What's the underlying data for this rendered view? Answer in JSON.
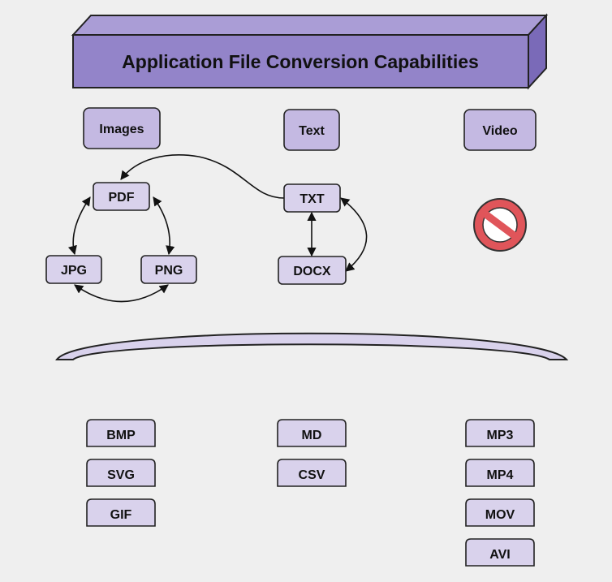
{
  "title": "Application File Conversion Capabilities",
  "colors": {
    "background": "#efefef",
    "node_fill": "#d9d2ec",
    "category_fill": "#c4b9e2",
    "banner_front": "#9384c9",
    "banner_top": "#aa9dd6",
    "banner_side": "#7a6ab8",
    "stroke": "#222222",
    "no_sign": "#e0555a"
  },
  "categories": [
    {
      "key": "images",
      "label": "Images"
    },
    {
      "key": "text",
      "label": "Text"
    },
    {
      "key": "video",
      "label": "Video",
      "icon": "prohibited-icon"
    }
  ],
  "supported": {
    "images": [
      "PDF",
      "JPG",
      "PNG"
    ],
    "text": [
      "TXT",
      "DOCX"
    ]
  },
  "conversions": [
    {
      "from": "PDF",
      "to": "JPG",
      "bidirectional": true
    },
    {
      "from": "PDF",
      "to": "PNG",
      "bidirectional": true
    },
    {
      "from": "JPG",
      "to": "PNG",
      "bidirectional": true
    },
    {
      "from": "TXT",
      "to": "PDF",
      "bidirectional": false
    },
    {
      "from": "TXT",
      "to": "DOCX",
      "bidirectional": true
    },
    {
      "from": "TXT",
      "to": "DOCX",
      "bidirectional": true,
      "curved": true
    }
  ],
  "unsupported": {
    "images": [
      "BMP",
      "SVG",
      "GIF"
    ],
    "text": [
      "MD",
      "CSV"
    ],
    "video": [
      "MP3",
      "MP4",
      "MOV",
      "AVI"
    ]
  }
}
